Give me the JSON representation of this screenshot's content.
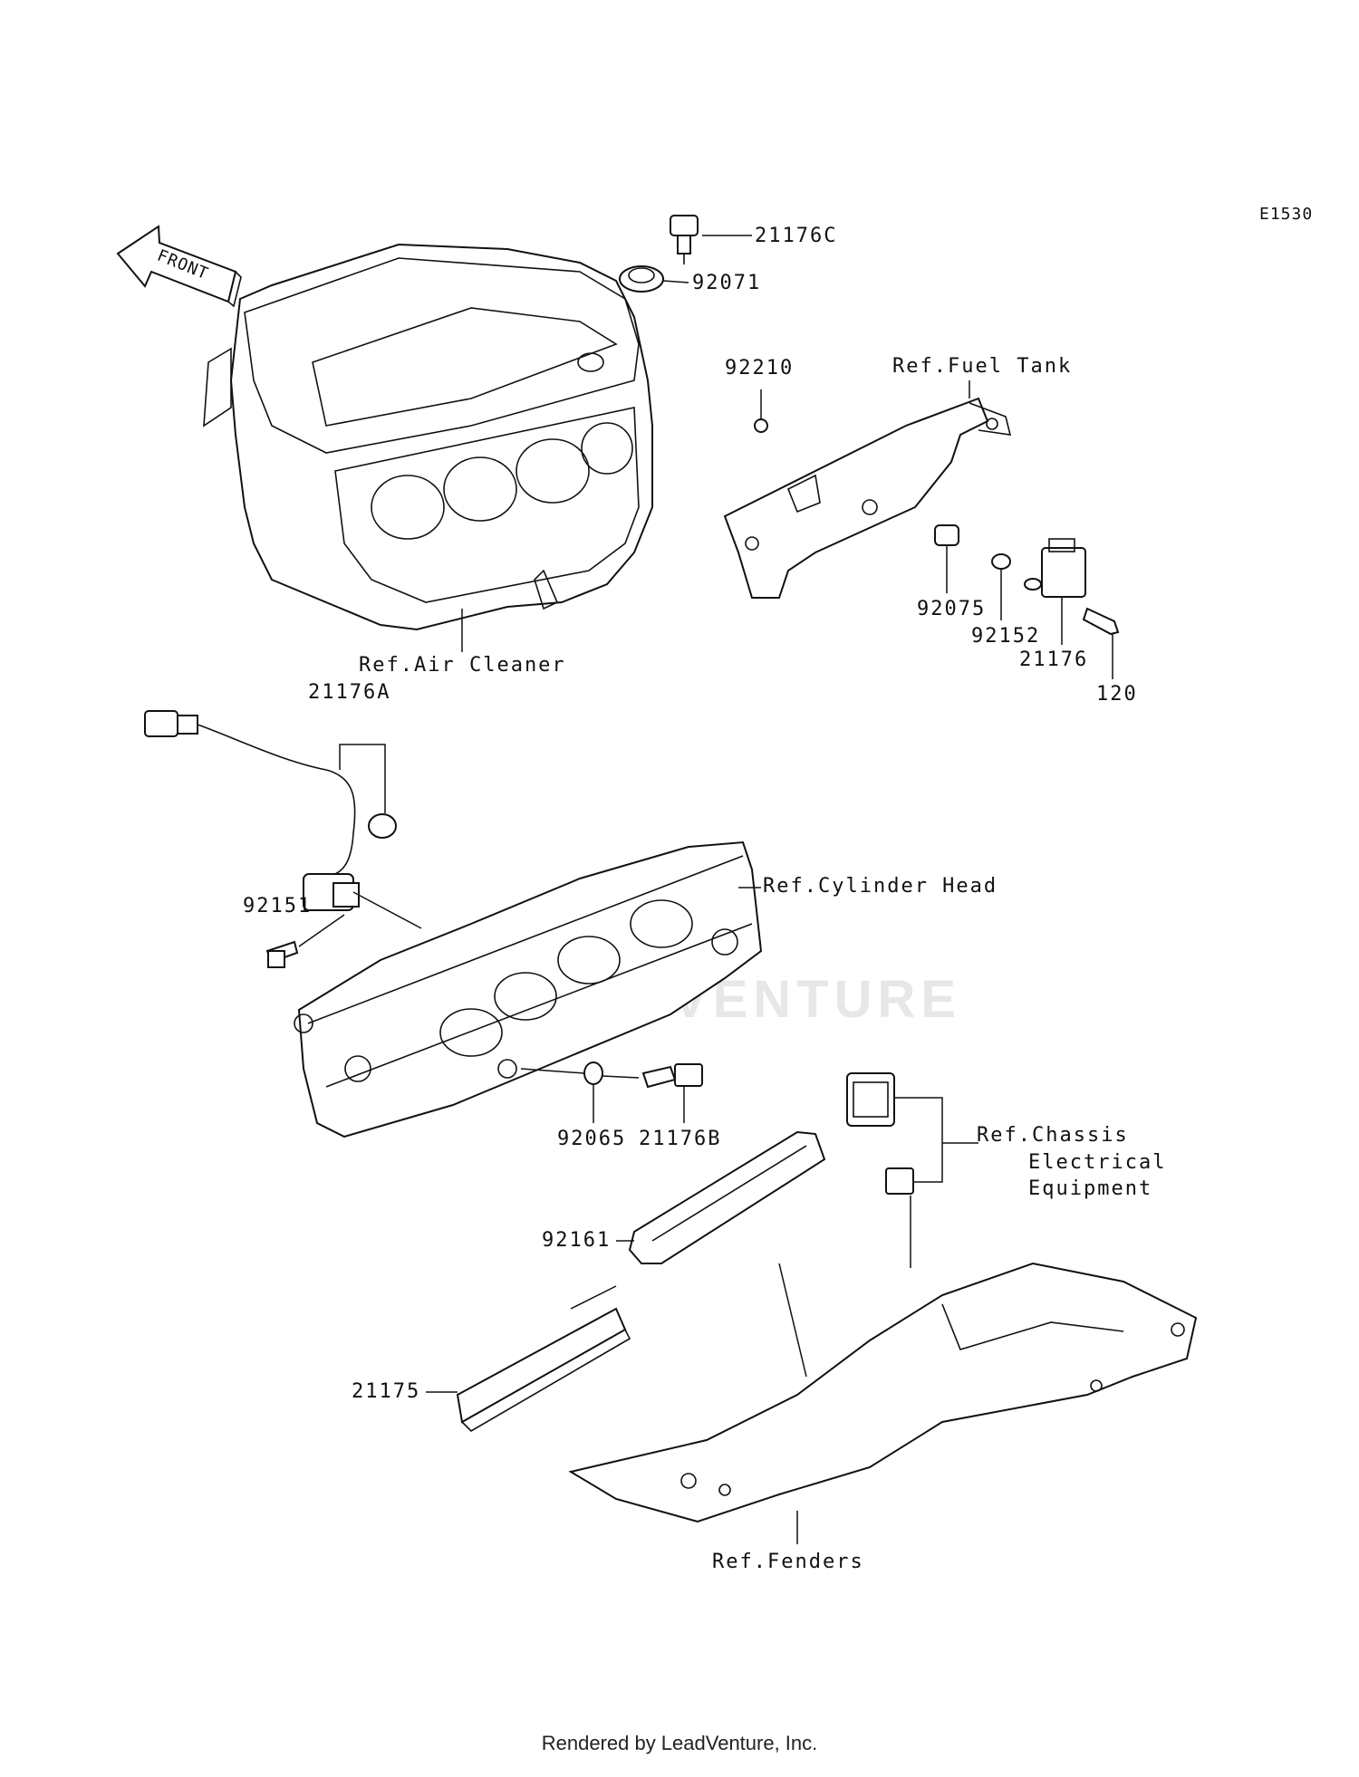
{
  "diagram_code": "E1530",
  "front_label": "FRONT",
  "labels": {
    "p21176C": "21176C",
    "p92071": "92071",
    "p92210": "92210",
    "ref_fuel_tank": "Ref.Fuel Tank",
    "p92075": "92075",
    "p92152": "92152",
    "p21176": "21176",
    "p120": "120",
    "ref_air_cleaner": "Ref.Air Cleaner",
    "p21176A": "21176A",
    "p92151": "92151",
    "ref_cylinder_head": "Ref.Cylinder Head",
    "p92065": "92065",
    "p21176B": "21176B",
    "ref_chassis_1": "Ref.Chassis",
    "ref_chassis_2": "Electrical",
    "ref_chassis_3": "Equipment",
    "p92161": "92161",
    "p21175": "21175",
    "ref_fenders": "Ref.Fenders"
  },
  "watermark": "LEADVENTURE",
  "footer": "Rendered by LeadVenture, Inc."
}
